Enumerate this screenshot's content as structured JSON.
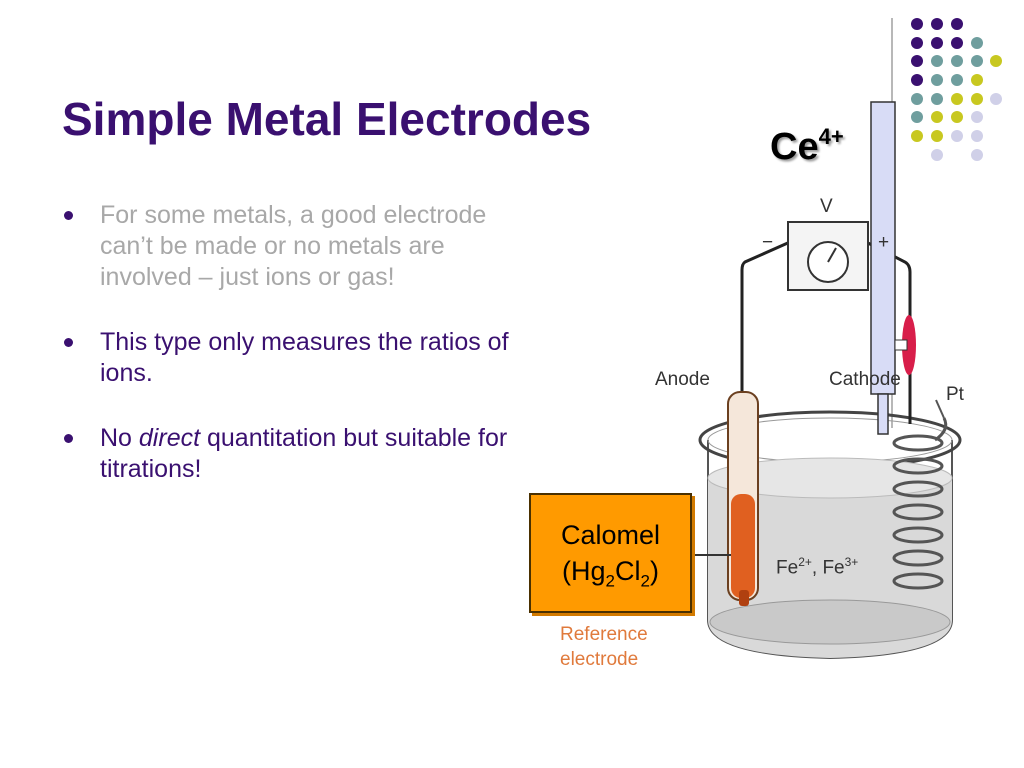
{
  "slide": {
    "title": "Simple Metal Electrodes",
    "bullets": [
      {
        "text": "For some metals, a good electrode can’t be made or no metals are involved – just ions or gas!"
      },
      {
        "text": "This type only measures the ratios of ions."
      },
      {
        "pre": "No ",
        "em": "direct",
        "post": " quantitation but suitable for titrations!"
      }
    ]
  },
  "diagram": {
    "titrant": {
      "base": "Ce",
      "charge": "4+"
    },
    "voltmeter": {
      "label": "V",
      "minus": "−",
      "plus": "+"
    },
    "anode_label": "Anode",
    "cathode_label": "Cathode",
    "pt_label": "Pt",
    "ions": {
      "fe1": "Fe",
      "fe1_charge": "2+",
      "sep": ", ",
      "fe2": "Fe",
      "fe2_charge": "3+"
    },
    "calomel": {
      "line1": "Calomel",
      "open": "(Hg",
      "sub1": "2",
      "mid": "Cl",
      "sub2": "2",
      "close": ")"
    },
    "reference": {
      "line1": "Reference",
      "line2": "electrode"
    }
  },
  "colors": {
    "title": "#3a1070",
    "muted_text": "#a8a8a8",
    "purple_dot": "#3a1070",
    "teal_dot": "#6f9e9e",
    "olive_dot": "#c8c820",
    "lavender_dot": "#d0d0e8",
    "calomel_box": "#ff9a00",
    "reference_text": "#e07a3c"
  }
}
